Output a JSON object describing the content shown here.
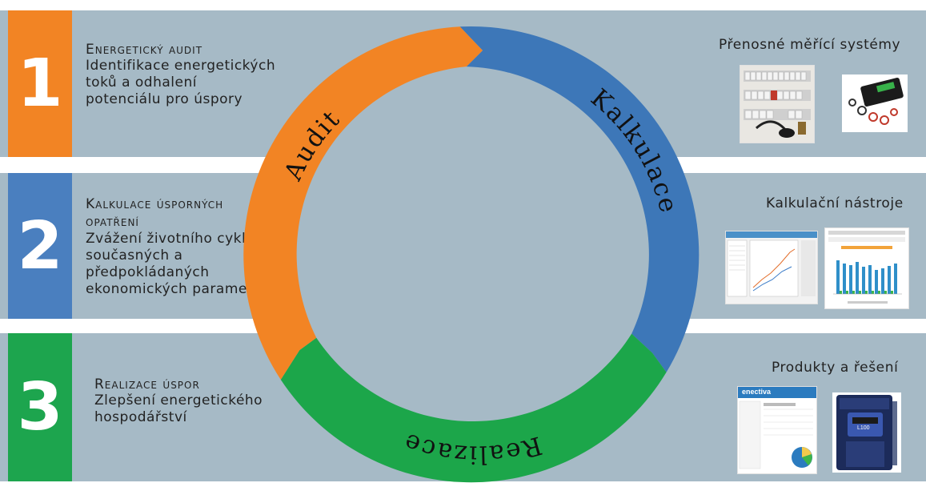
{
  "steps": [
    {
      "number": "1",
      "title": "Energetický audit",
      "desc": [
        "Identifikace energetických",
        "toků a odhalení",
        "potenciálu pro úspory"
      ],
      "color": "#f28424"
    },
    {
      "number": "2",
      "title": [
        "Kalkulace úsporných",
        "opatření"
      ],
      "desc": [
        "Zvážení životního cyklu,",
        "současných a",
        "předpokládaných",
        "ekonomických parametrů"
      ],
      "color": "#4a7fbf"
    },
    {
      "number": "3",
      "title": "Realizace úspor",
      "desc": [
        "Zlepšení energetického",
        "hospodářství"
      ],
      "color": "#1da54e"
    }
  ],
  "cycle": {
    "audit_label": "Audit",
    "kalkulace_label": "Kalkulace",
    "realizace_label": "Realizace",
    "colors": {
      "audit": "#f28424",
      "kalkulace": "#3d77b8",
      "realizace": "#1ca64a",
      "background": "#a6bac6"
    }
  },
  "right": {
    "measure_label": "Přenosné měřící systémy",
    "calc_label": "Kalkulační nástroje",
    "products_label": "Produkty a řešení",
    "product_brand": "enectiva",
    "device_model": "L100"
  }
}
